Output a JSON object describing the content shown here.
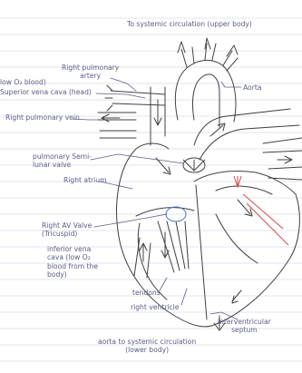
{
  "labels": {
    "top": "To systemic circulation (upper body)",
    "aorta": "Aorta",
    "right_pulmonary_artery": "Right pulmonary\nartery",
    "low_o2": "low O₂ blood)",
    "superior_vena_cava": "Superior vena cava (head)",
    "right_pulmonary_vein": "Right pulmonary vein",
    "pulmonary_semilunar_valve": "pulmonary Semi-\nlunar valve",
    "right_atrium": "Right atrium",
    "right_av_valve": "Right AV Valve\n(Tricuspid)",
    "inferior_vena_cava": "inferior vena\ncava (low O₂\nblood from the\nbody)",
    "tendons": "tendons",
    "right_ventricle": "right ventricle",
    "interventricular_septum": "interventricular\nseptum",
    "aorta_lower": "aorta to systemic circulation\n(lower body)"
  },
  "colors": {
    "ink": "#5c5c86",
    "pencil": "#3f3f3f",
    "rule_line": "#d9dde6",
    "margin_line": "#f0b8b8",
    "valve_blue": "#4a6fd1",
    "valve_red": "#d24a4a"
  }
}
